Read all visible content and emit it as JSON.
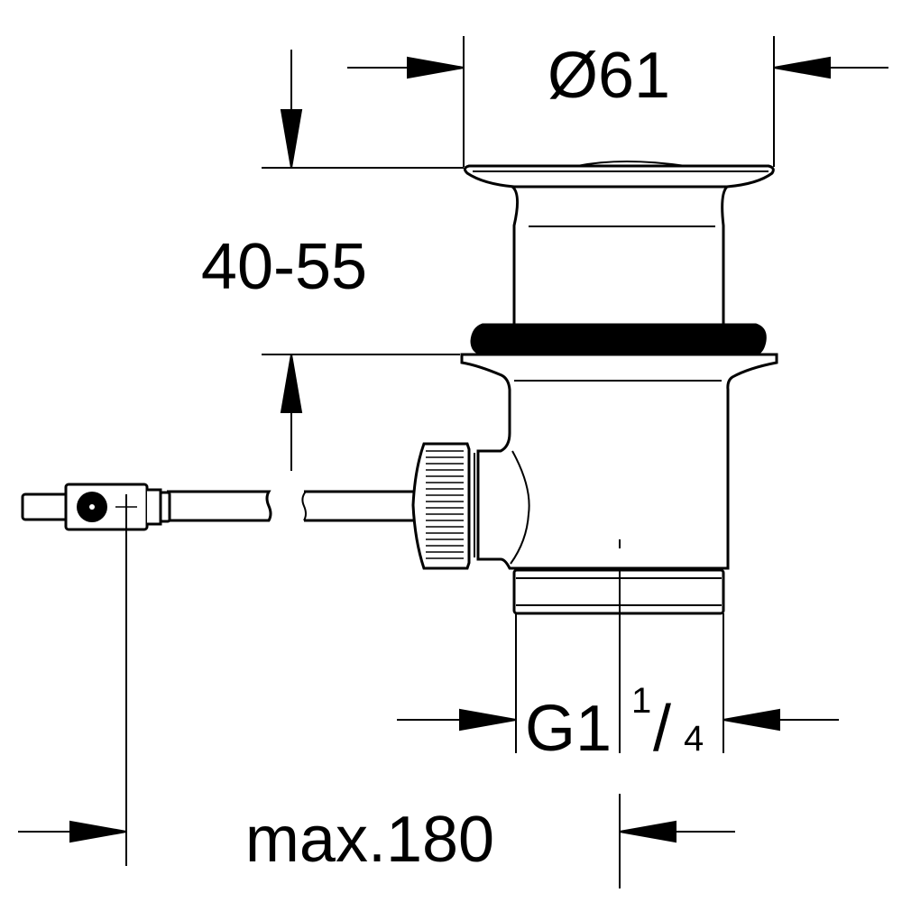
{
  "drawing": {
    "diameter_label": "Ø61",
    "height_label": "40-55",
    "thread_label_main": "G1",
    "thread_frac_num": "1",
    "thread_frac_slash": "/",
    "thread_frac_den": "4",
    "length_label": "max.180"
  },
  "colors": {
    "line": "#000000",
    "background": "#ffffff"
  }
}
